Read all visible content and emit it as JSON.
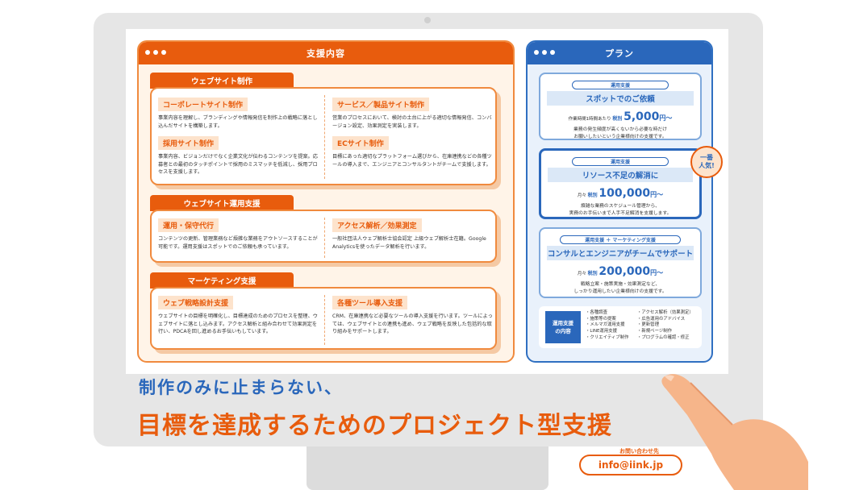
{
  "support": {
    "title": "支援内容",
    "sections": [
      {
        "tab": "ウェブサイト制作",
        "items": [
          {
            "title": "コーポレートサイト制作",
            "text": "事業内容を理解し、ブランディングや情報発信を制作上の戦略に落とし込んだサイトを構築します。"
          },
          {
            "title": "サービス／製品サイト制作",
            "text": "営業のプロセスにおいて、検討の土台に上がる適切な情報発信、コンバージョン設定、効果測定を実装します。"
          },
          {
            "title": "採用サイト制作",
            "text": "事業内容、ビジョンだけでなく企業文化が伝わるコンテンツを提案。応募者との最初のタッチポイントで採用のミスマッチを低減し、採用プロセスを支援します。"
          },
          {
            "title": "ECサイト制作",
            "text": "目標にあった適切なプラットフォーム選びから、在庫連携などの各種ツールの導入まで、エンジニアとコンサルタントがチームで支援します。"
          }
        ]
      },
      {
        "tab": "ウェブサイト運用支援",
        "items": [
          {
            "title": "運用・保守代行",
            "text": "コンテンツの更新、管理業務など煩雑な業務をアウトソースすることが可能です。運用支援はスポットでのご依頼も承っています。"
          },
          {
            "title": "アクセス解析／効果測定",
            "text": "一般社団法人ウェブ解析士協会認定 上級ウェブ解析士在籍。Google Analyticsを使ったデータ解析を行います。"
          }
        ]
      },
      {
        "tab": "マーケティング支援",
        "items": [
          {
            "title": "ウェブ戦略設計支援",
            "text": "ウェブサイトの目標を明確化し、目標達成のためのプロセスを整理、ウェブサイトに落とし込みます。アクセス解析と組み合わせて効果測定を行い、PDCAを回し進めるお手伝いもしています。"
          },
          {
            "title": "各種ツール導入支援",
            "text": "CRM、在庫連携など必要なツールの導入支援を行います。ツールによっては、ウェブサイトとの連携も進め、ウェブ戦略を反映した包括的な取り組みをサポートします。"
          }
        ]
      }
    ]
  },
  "plans": {
    "title": "プラン",
    "cards": [
      {
        "tag": "運用支援",
        "title": "スポットでのご依頼",
        "prefix": "作業時間1時間あたり",
        "tax": "税別",
        "amount": "5,000",
        "unit": "円～",
        "desc1": "業務の発生頻度が高くないから必要な時だけ",
        "desc2": "お願いしたいという企業様向けの支援です。"
      },
      {
        "tag": "運用支援",
        "title": "リソース不足の解消に",
        "prefix": "月々",
        "tax": "税別",
        "amount": "100,000",
        "unit": "円～",
        "desc1": "煩雑な業務のスケジュール管理から、",
        "desc2": "実務のお手伝いまで人手不足解消を支援します。"
      },
      {
        "tag": "運用支援 ＋ マーケティング支援",
        "title": "コンサルとエンジニアがチームでサポート",
        "prefix": "月々",
        "tax": "税別",
        "amount": "200,000",
        "unit": "円～",
        "desc1": "戦略立案・施策実施・効果測定など、",
        "desc2": "しっかり運用したい企業様向けの支援です。"
      }
    ],
    "badge_line1": "一番",
    "badge_line2": "人気!",
    "ops_label_line1": "運用支援",
    "ops_label_line2": "の内容",
    "ops_col1": [
      "・各種調査",
      "・施策等の提案",
      "・メルマガ運用支援",
      "・LINE運用支援",
      "・クリエイティブ制作"
    ],
    "ops_col2": [
      "・アクセス解析（効果測定）",
      "・広告運用のアドバイス",
      "・更新管理",
      "・新規ページ制作",
      "・プログラムの確認・修正"
    ]
  },
  "headline": {
    "sub": "制作のみに止まらない、",
    "main": "目標を達成するためのプロジェクト型支援"
  },
  "contact": {
    "label": "お問い合わせ先",
    "email": "info@iink.jp"
  },
  "colors": {
    "orange": "#e85c0d",
    "blue": "#2a67bb"
  }
}
